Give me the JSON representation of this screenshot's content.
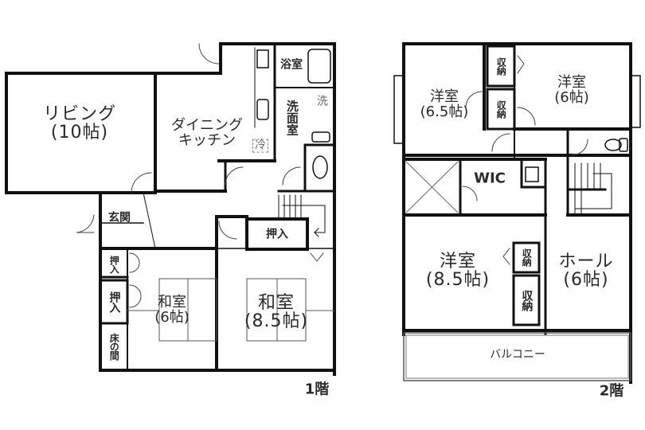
{
  "floor1": {
    "label": "1階",
    "rooms": {
      "living": {
        "name": "リビング",
        "size": "(10帖)"
      },
      "dining": {
        "name": "ダイニング",
        "name2": "キッチン"
      },
      "bath": {
        "name": "浴室"
      },
      "washroom": {
        "name": "洗面室"
      },
      "washer": {
        "name": "洗"
      },
      "fridge": {
        "name": "冷"
      },
      "entrance": {
        "name": "玄関"
      },
      "closet_top": {
        "name": "押入"
      },
      "closet_left1": {
        "name": "押入"
      },
      "closet_left2": {
        "name": "押入"
      },
      "tokonoma": {
        "name": "床の間"
      },
      "washitsu6": {
        "name": "和室",
        "size": "(6帖)"
      },
      "washitsu85": {
        "name": "和室",
        "size": "(8.5帖)"
      }
    }
  },
  "floor2": {
    "label": "2階",
    "rooms": {
      "yoshitsu65": {
        "name": "洋室",
        "size": "(6.5帖)"
      },
      "yoshitsu6": {
        "name": "洋室",
        "size": "(6帖)"
      },
      "storage1": {
        "name": "収納"
      },
      "storage2": {
        "name": "収納"
      },
      "storage3": {
        "name": "収納"
      },
      "storage4": {
        "name": "収納"
      },
      "wic": {
        "name": "WIC"
      },
      "yoshitsu85": {
        "name": "洋室",
        "size": "(8.5帖)"
      },
      "hall": {
        "name": "ホール",
        "size": "(6帖)"
      },
      "balcony": {
        "name": "バルコニー"
      }
    }
  },
  "colors": {
    "wall": "#111111",
    "thin": "#555555",
    "text": "#2a2a2a",
    "background": "#ffffff"
  }
}
